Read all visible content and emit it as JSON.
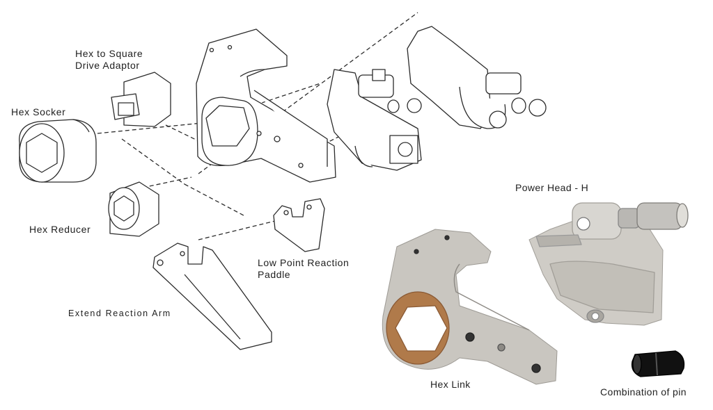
{
  "labels": {
    "hex_to_square_line1": "Hex to Square",
    "hex_to_square_line2": "Drive Adaptor",
    "hex_socket": "Hex Socker",
    "hex_reducer": "Hex Reducer",
    "low_point_line1": "Low Point Reaction",
    "low_point_line2": "Paddle",
    "extend_reaction_arm": "Extend Reaction Arm",
    "power_head": "Power Head - H",
    "hex_link": "Hex Link",
    "combination_pin": "Combination of pin"
  },
  "colors": {
    "line": "#2b2b2b",
    "metal": "#c9c6c0",
    "copper": "#b07a4a",
    "pin": "#111111"
  }
}
